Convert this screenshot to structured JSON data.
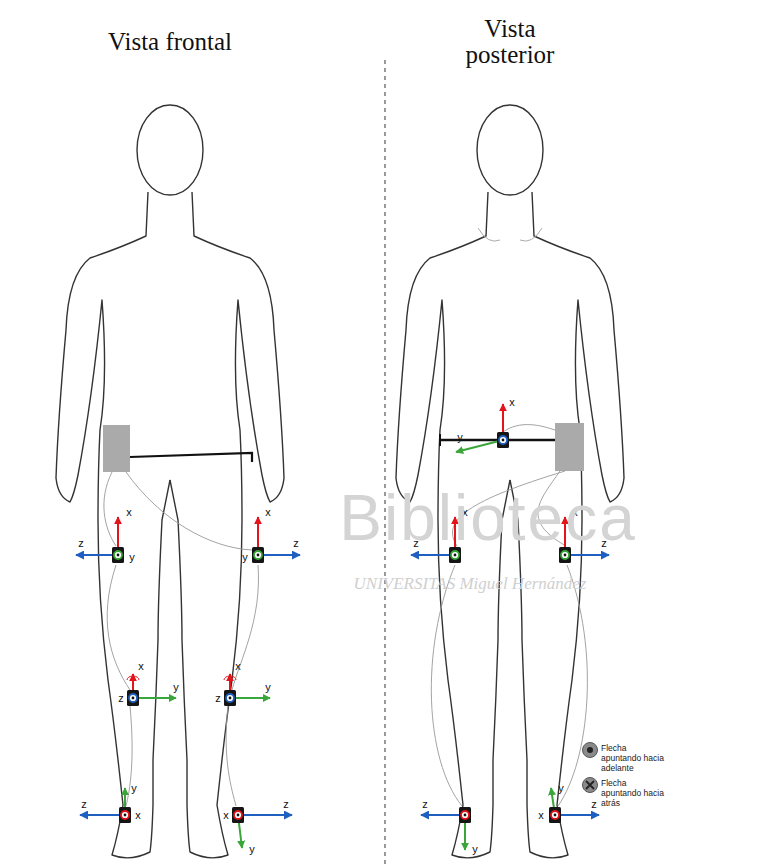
{
  "diagram": {
    "labels": [
      "Vista frontal",
      "Vista posterior",
      "x",
      "z",
      "y",
      "x",
      "y",
      "z",
      "x",
      "z",
      "y",
      "x",
      "z",
      "y",
      "y",
      "z",
      "x",
      "x",
      "z",
      "y",
      "x",
      "y",
      "x",
      "z",
      "x",
      "z",
      "z",
      "y",
      "y",
      "x",
      "z",
      "Biblioteca",
      "UNIVERSITAS Miguel Hernández"
    ],
    "legend": [
      {
        "text": "Flecha apuntando hacia adelante"
      },
      {
        "text": "Flecha apuntando hacia atrás"
      }
    ]
  }
}
